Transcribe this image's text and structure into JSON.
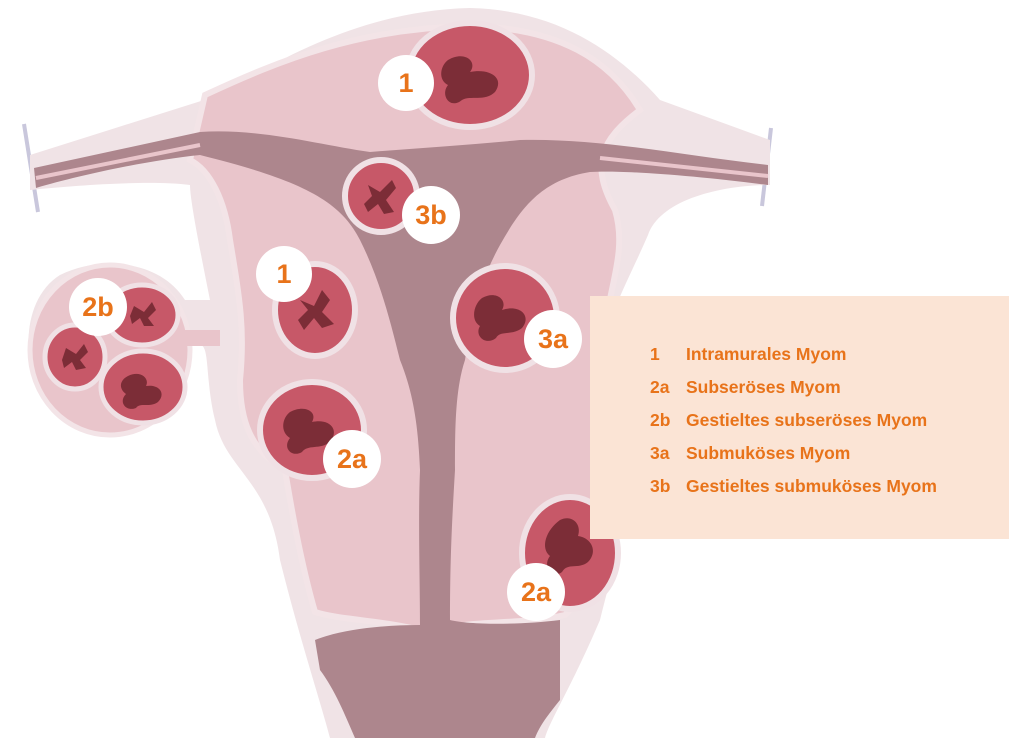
{
  "colors": {
    "accent_text": "#e8731a",
    "outer_tissue": "#f0e3e6",
    "myometrium": "#e9c5cb",
    "myometrium_border": "#f3e4e7",
    "cavity": "#ad868d",
    "fibroid_fill": "#c75868",
    "fibroid_core": "#7c2d37",
    "fibroid_capsule": "#f0e1e5",
    "tube_line": "#c9c7dc",
    "legend_bg": "#fbe4d5",
    "badge_bg": "#ffffff"
  },
  "markers": [
    {
      "id": "m-top",
      "label": "1"
    },
    {
      "id": "m-left-intramural",
      "label": "1"
    },
    {
      "id": "m-pedunculated-subserous",
      "label": "2b"
    },
    {
      "id": "m-left-subserous",
      "label": "2a"
    },
    {
      "id": "m-right-subserous",
      "label": "2a"
    },
    {
      "id": "m-submucous",
      "label": "3a"
    },
    {
      "id": "m-pedunculated-submucous",
      "label": "3b"
    }
  ],
  "legend": {
    "items": [
      {
        "code": "1",
        "text": "Intramurales Myom"
      },
      {
        "code": "2a",
        "text": "Subseröses Myom"
      },
      {
        "code": "2b",
        "text": "Gestieltes subseröses Myom"
      },
      {
        "code": "3a",
        "text": "Submuköses Myom"
      },
      {
        "code": "3b",
        "text": "Gestieltes submuköses Myom"
      }
    ]
  }
}
